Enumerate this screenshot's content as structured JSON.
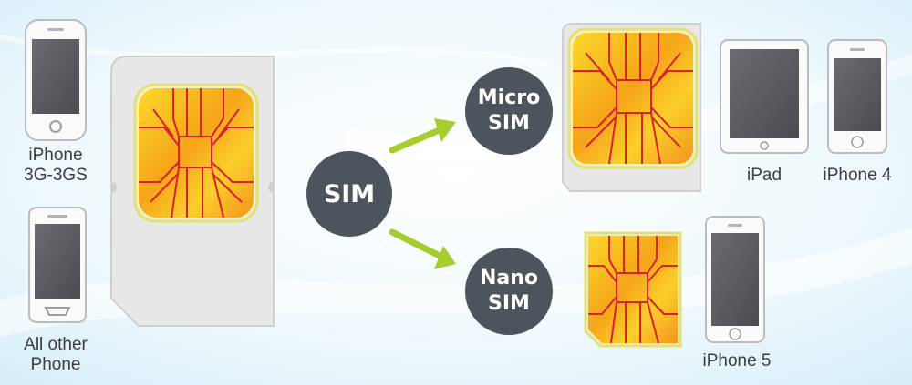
{
  "devices": {
    "iphone_3g": "iPhone\n3G-3GS",
    "all_other": "All other\nPhone",
    "ipad": "iPad",
    "iphone4": "iPhone 4",
    "iphone5": "iPhone 5"
  },
  "nodes": {
    "sim": "SIM",
    "micro_line1": "Micro",
    "micro_line2": "SIM",
    "nano_line1": "Nano",
    "nano_line2": "SIM"
  },
  "colors": {
    "background": "#eaf6fb",
    "circle": "#4d545e",
    "arrow": "#a6cc2e",
    "chip_gold": "#f6b21c",
    "chip_trace": "#d8222a",
    "device_screen": "#5b5d63"
  }
}
